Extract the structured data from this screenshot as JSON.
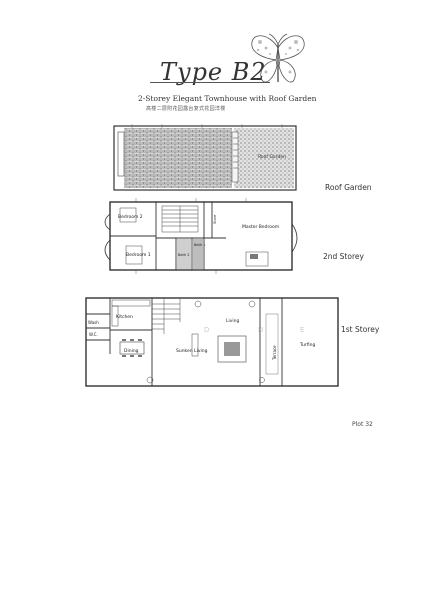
{
  "header": {
    "title": "Type B2",
    "subtitle": "2-Storey Elegant Townhouse with Roof Garden",
    "chinese_subtitle": "高楼二层附花园露台复式花园洋楼"
  },
  "levels": {
    "roof": "Roof Garden",
    "second": "2nd Storey",
    "first": "1st Storey"
  },
  "rooms": {
    "roof_garden": "Roof Garden",
    "bedroom2": "Bedroom 2",
    "bedroom1": "Bedroom 1",
    "bath2": "Bath 2",
    "bath1": "Bath 1",
    "store": "Store",
    "master_bedroom": "Master Bedroom",
    "kitchen": "Kitchen",
    "wash": "Wash",
    "wc": "W.C.",
    "dining": "Dining",
    "sunken_living": "Sunken Living",
    "living": "Living",
    "terrace": "Terrace",
    "turfing": "Turfing"
  },
  "plot": "Plot 32"
}
